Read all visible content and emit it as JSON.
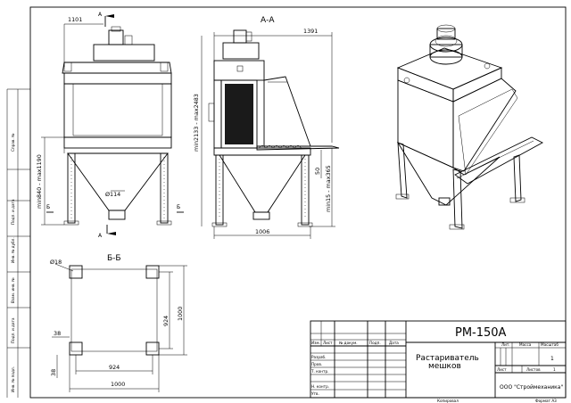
{
  "sheet": {
    "designation": "РМ-150А",
    "title_line1": "Растариватель",
    "title_line2": "мешков",
    "company": "ООО \"Строймеханика\"",
    "copied": "Копировал",
    "format": "Формат А3"
  },
  "views": {
    "front_section_mark": "А",
    "section_aa": "А-А",
    "section_bb": "Б-Б",
    "cut_b": "Б"
  },
  "dimensions": {
    "front_width": "1101",
    "front_height": "min840 - max1190",
    "outlet_dia": "Ø114",
    "side_width_top": "1391",
    "side_height": "min2133 - max2483",
    "side_step": "50",
    "side_leg": "min15 - max365",
    "side_width_bottom": "1006",
    "hole_dia": "Ø18",
    "plan_inner_h": "924",
    "plan_outer_h": "1000",
    "plan_inner_w": "924",
    "plan_outer_w": "1000",
    "plan_offset_top": "38",
    "plan_offset_left": "38"
  },
  "stamp": {
    "col_headers": [
      "Изм.",
      "Лист",
      "№ докум.",
      "Подп.",
      "Дата"
    ],
    "row_labels": [
      "Разраб.",
      "Пров.",
      "Т. контр.",
      "Н. контр.",
      "Утв."
    ],
    "right_headers": [
      "Лит.",
      "Масса",
      "Масштаб"
    ],
    "scale": "1",
    "sheet_label": "Лист",
    "sheets_label": "Листов",
    "sheets_count": "1"
  },
  "side_margin": {
    "labels": [
      "Справ. №",
      "Перв. примен.",
      "Подп. и дата",
      "Инв. № дубл.",
      "Взам. инв. №",
      "Подп. и дата",
      "Инв. № подл."
    ]
  }
}
